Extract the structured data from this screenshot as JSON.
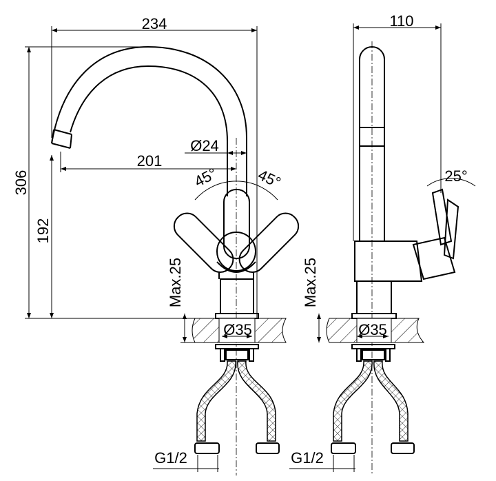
{
  "front_view": {
    "width_dim": "234",
    "height_dim": "306",
    "spout_height_dim": "192",
    "reach_dim": "201",
    "spout_diameter": "Ø24",
    "lever_angle_left": "45°",
    "lever_angle_right": "45°",
    "max_thickness": "Max.25",
    "base_diameter": "Ø35",
    "thread": "G1/2"
  },
  "side_view": {
    "depth_dim": "110",
    "lever_tilt": "25°",
    "max_thickness": "Max.25",
    "base_diameter": "Ø35",
    "thread": "G1/2"
  }
}
